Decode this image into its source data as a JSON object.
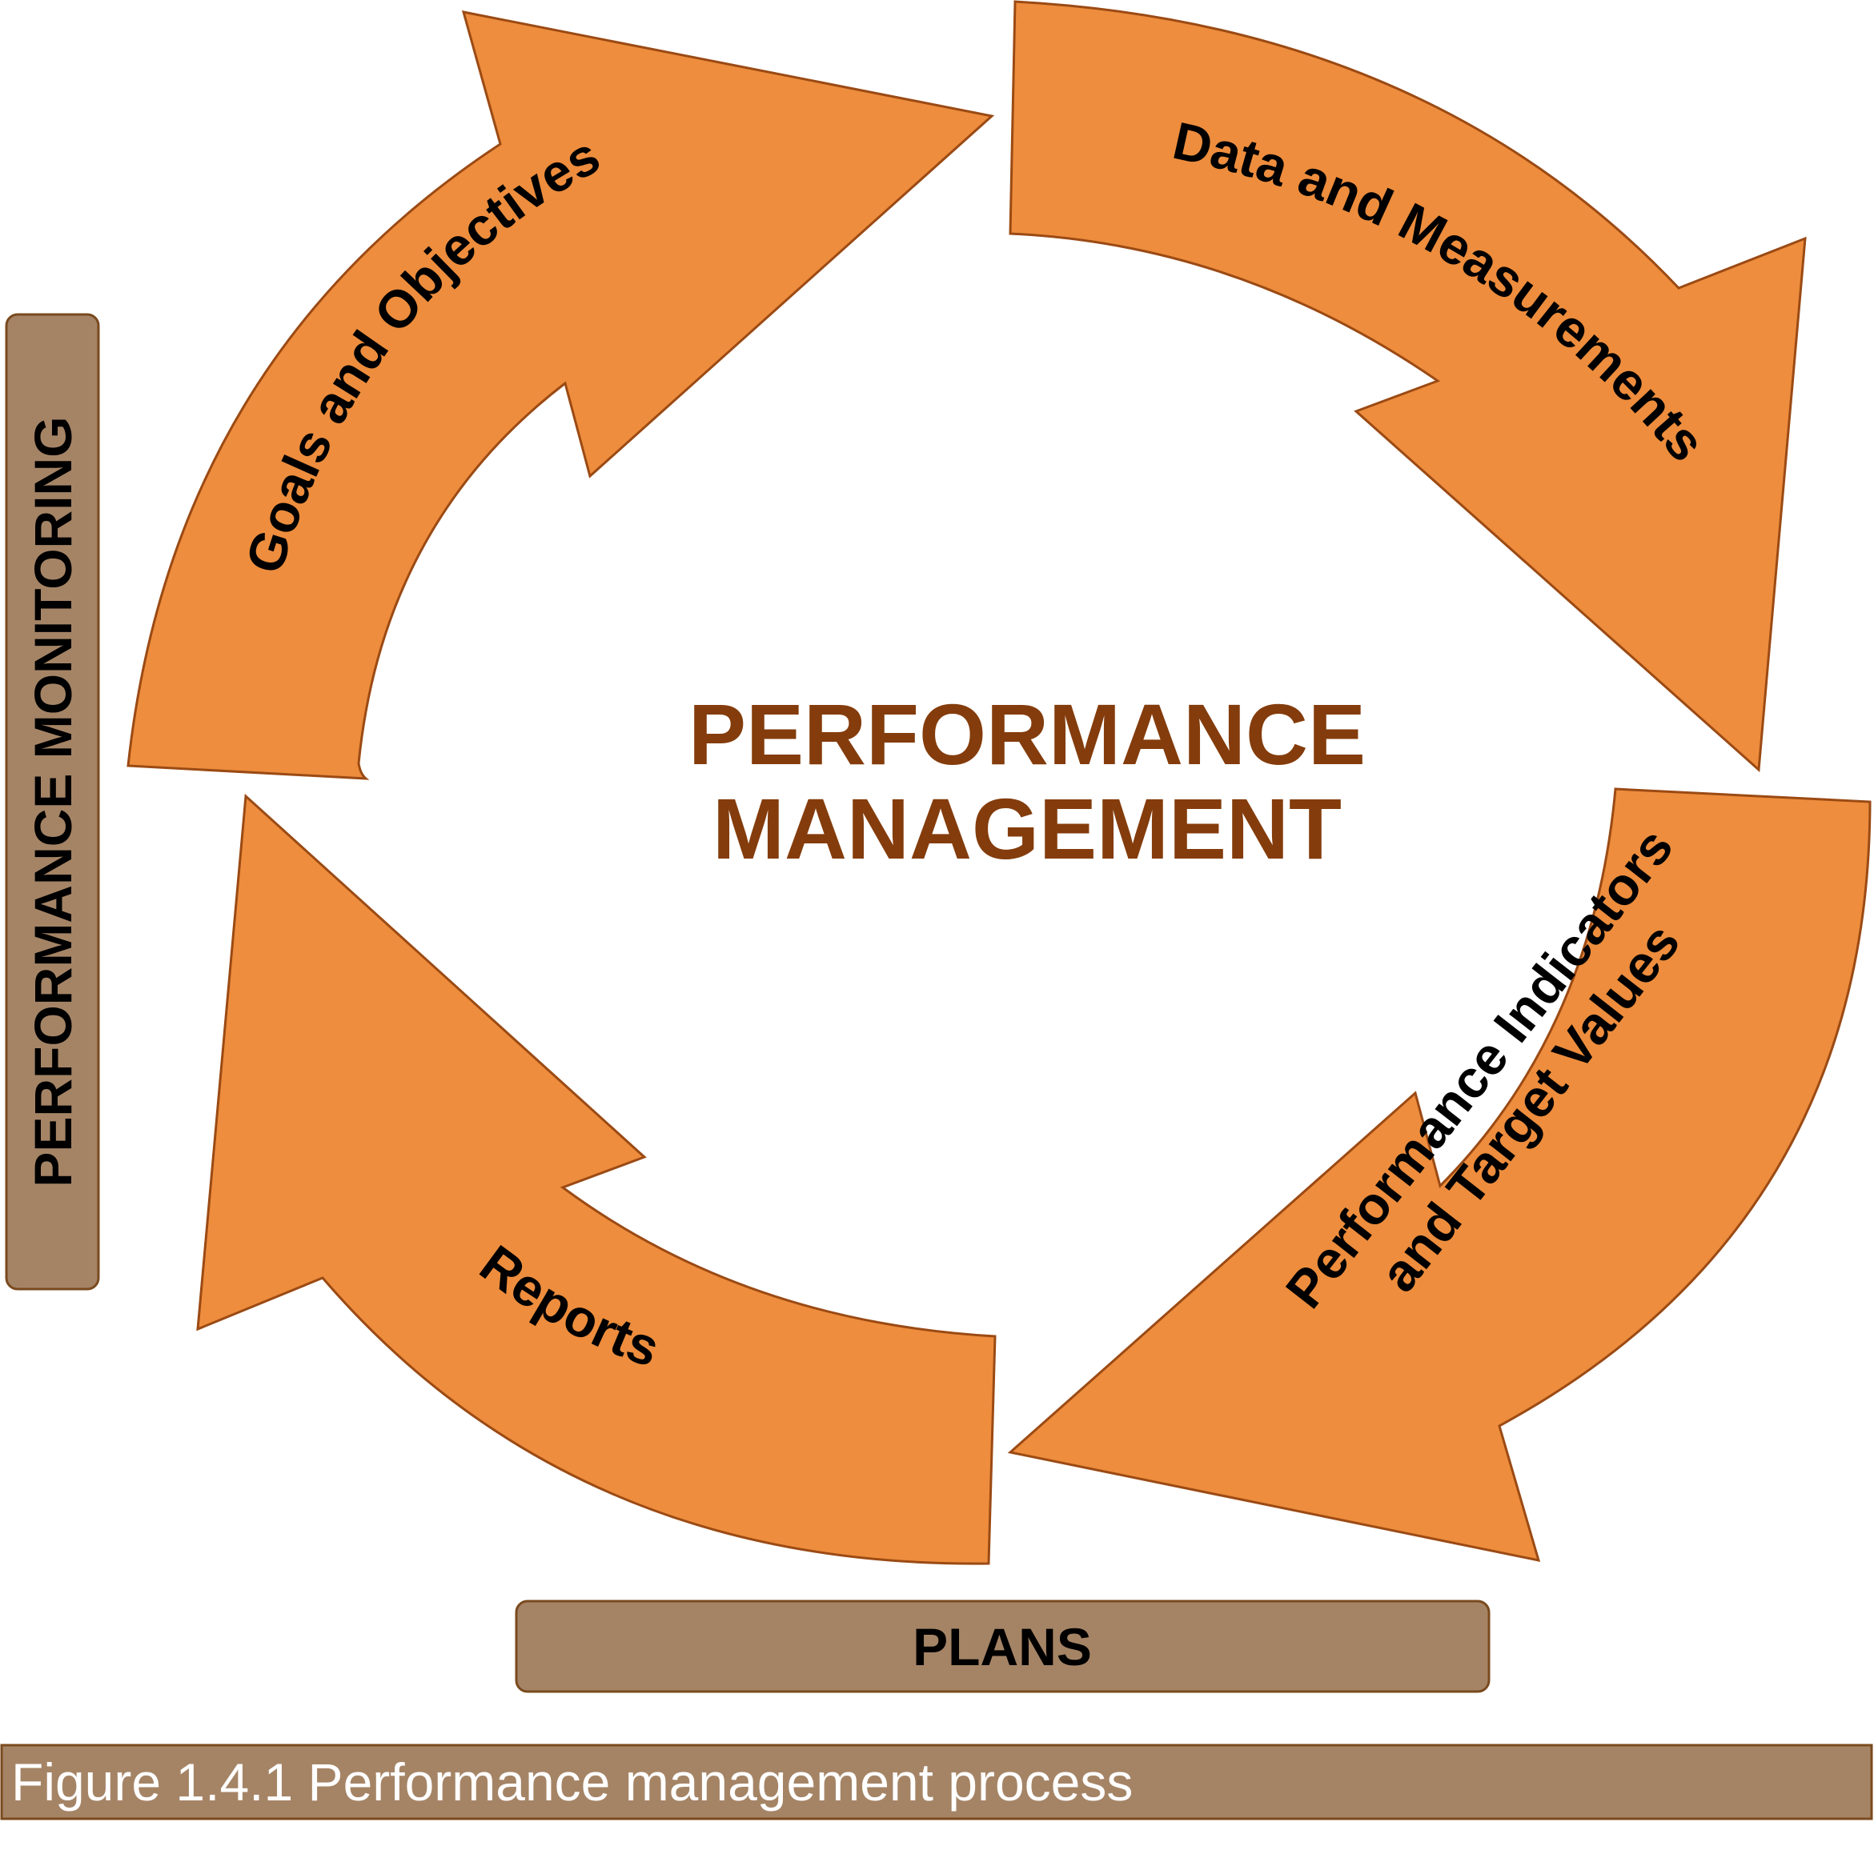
{
  "diagram": {
    "center_title": {
      "line1": "PERFORMANCE",
      "line2": "MANAGEMENT"
    },
    "cycle_steps": [
      {
        "label": "Goals and Objectives"
      },
      {
        "label": "Data and Measurements"
      },
      {
        "label_line1": "Performance Indicators",
        "label_line2": "and Target Values"
      },
      {
        "label": "Reports"
      }
    ],
    "side_box": {
      "label": "PERFORMANCE MONITORING"
    },
    "bottom_box": {
      "label": "PLANS"
    },
    "caption": "Figure 1.4.1 Performance management process"
  },
  "colors": {
    "arrow_fill": "#ED8D3D",
    "arrow_stroke": "#9B4A14",
    "center_title": "#843C0C",
    "box_fill": "#A58466",
    "caption_text": "#FFFFFF"
  }
}
